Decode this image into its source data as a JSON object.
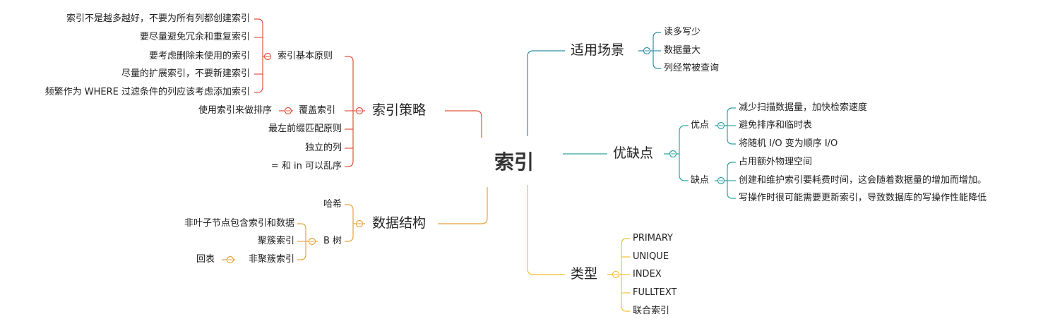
{
  "root": "索引",
  "strategy": {
    "label": "索引策略",
    "principles": {
      "label": "索引基本原则",
      "items": [
        "索引不是越多越好，不要为所有列都创建索引",
        "要尽量避免冗余和重复索引",
        "要考虑删除未使用的索引",
        "尽量的扩展索引，不要新建索引",
        "频繁作为 WHERE 过滤条件的列应该考虑添加索引"
      ]
    },
    "covering": {
      "label": "覆盖索引",
      "child": "使用索引来做排序"
    },
    "others": [
      "最左前缀匹配原则",
      "独立的列",
      "= 和 in 可以乱序"
    ]
  },
  "structure": {
    "label": "数据结构",
    "hash": "哈希",
    "btree": {
      "label": "B 树",
      "items": [
        "非叶子节点包含索引和数据",
        "聚簇索引",
        "非聚簇索引"
      ],
      "nonclustered_child": "回表"
    }
  },
  "scenarios": {
    "label": "适用场景",
    "items": [
      "读多写少",
      "数据量大",
      "列经常被查询"
    ]
  },
  "proscons": {
    "label": "优缺点",
    "pros": {
      "label": "优点",
      "items": [
        "减少扫描数据量，加快检索速度",
        "避免排序和临时表",
        "将随机 I/O 变为顺序 I/O"
      ]
    },
    "cons": {
      "label": "缺点",
      "items": [
        "占用额外物理空间",
        "创建和维护索引要耗费时间，这会随着数据量的增加而增加。",
        "写操作时很可能需要更新索引，导致数据库的写操作性能降低"
      ]
    }
  },
  "types": {
    "label": "类型",
    "items": [
      "PRIMARY",
      "UNIQUE",
      "INDEX",
      "FULLTEXT",
      "联合索引"
    ]
  },
  "colors": {
    "strategy": "#e0533b",
    "structure": "#e8a23c",
    "scenarios": "#2e8fa3",
    "proscons": "#2ea3a0",
    "types": "#f2c12e"
  }
}
